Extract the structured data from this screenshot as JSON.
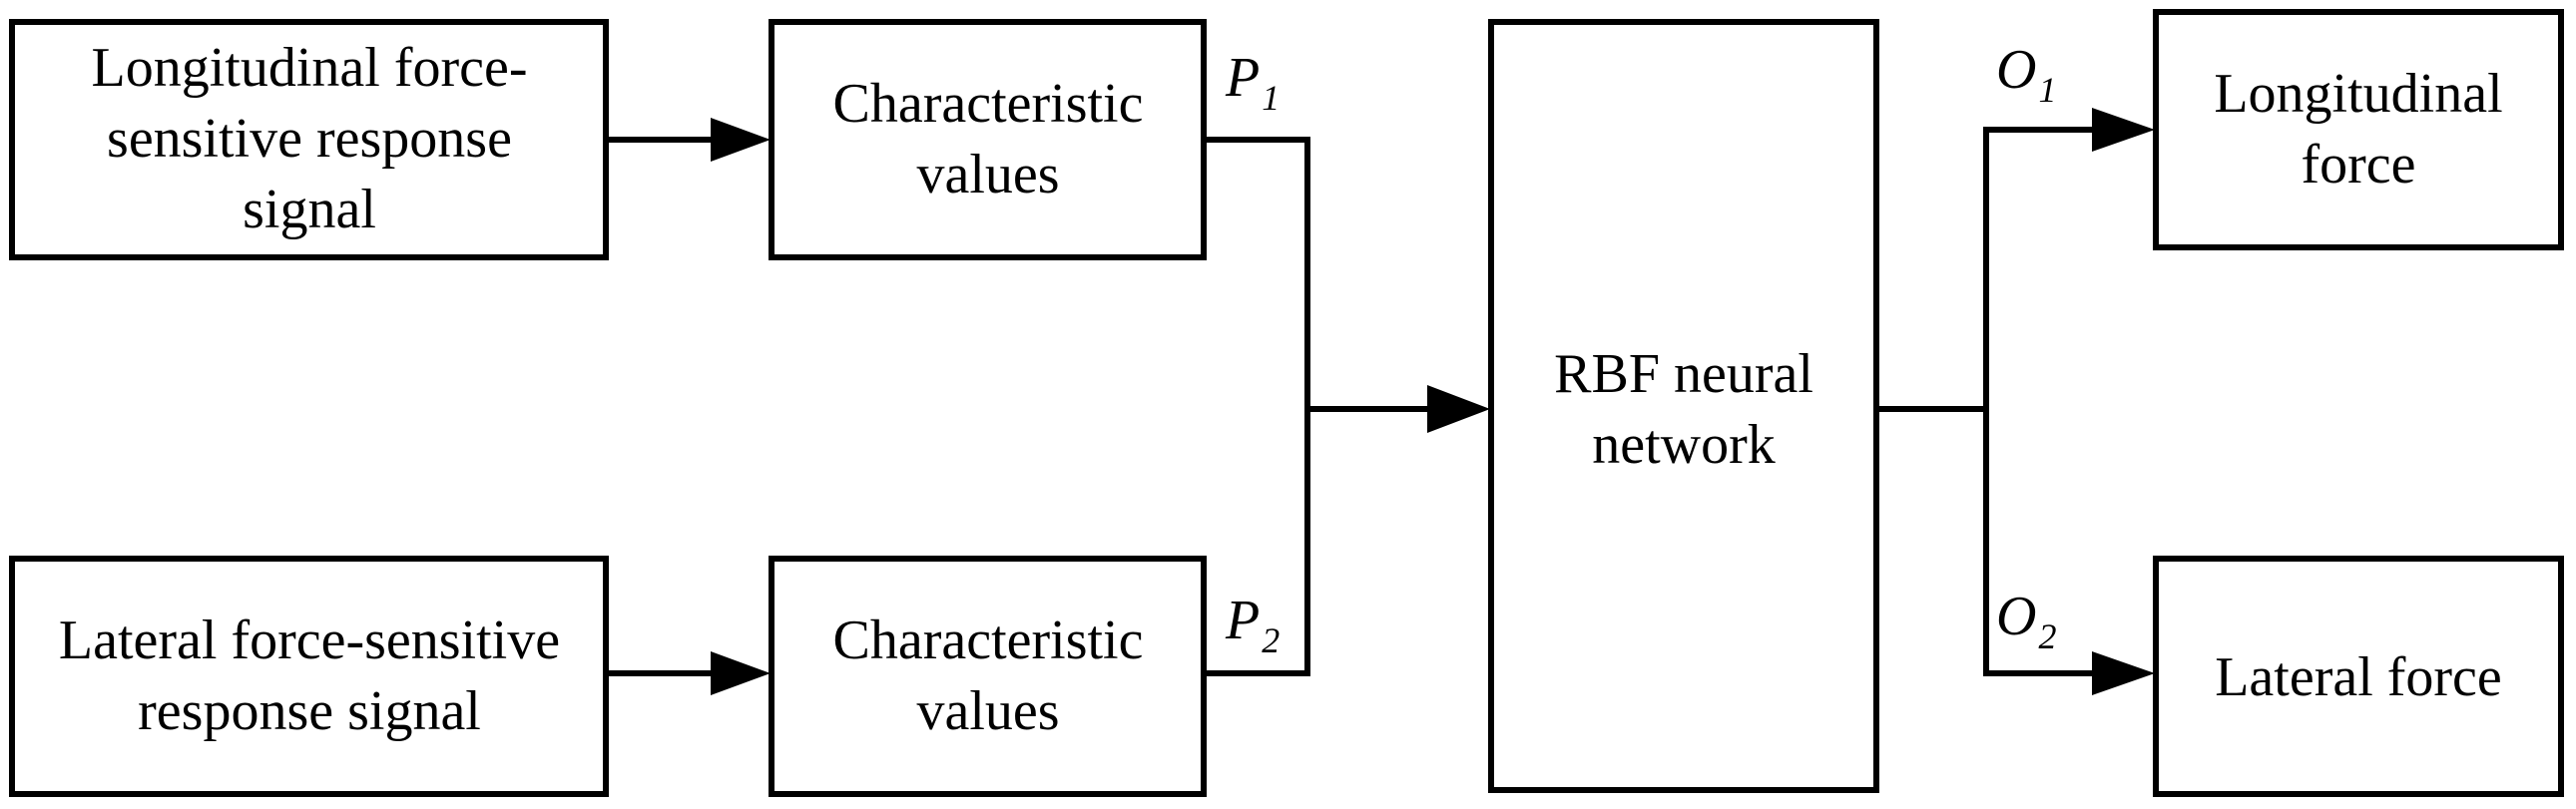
{
  "boxes": {
    "long_signal": [
      "Longitudinal force-",
      "sensitive response",
      "signal"
    ],
    "lat_signal": [
      "Lateral force-sensitive",
      "response signal"
    ],
    "char_top": [
      "Characteristic",
      "values"
    ],
    "char_bottom": [
      "Characteristic",
      "values"
    ],
    "rbf": [
      "RBF neural",
      "network"
    ],
    "long_force": [
      "Longitudinal",
      "force"
    ],
    "lat_force": [
      "Lateral force"
    ]
  },
  "labels": {
    "p1": {
      "main": "P",
      "sub": "1"
    },
    "p2": {
      "main": "P",
      "sub": "2"
    },
    "o1": {
      "main": "O",
      "sub": "1"
    },
    "o2": {
      "main": "O",
      "sub": "2"
    }
  }
}
